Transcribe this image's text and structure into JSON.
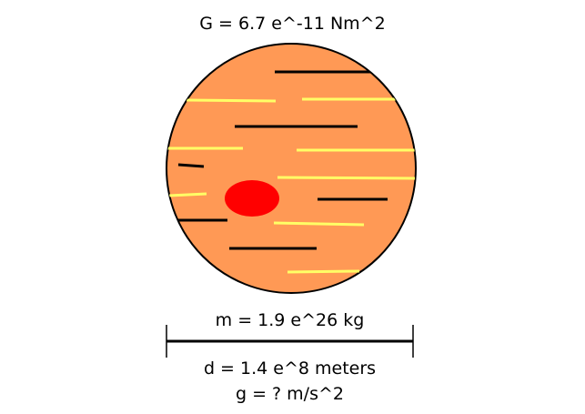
{
  "labels": {
    "gravitational_constant": "G = 6.7 e^-11 Nm^2",
    "mass": "m = 1.9 e^26 kg",
    "distance": "d = 1.4 e^8 meters",
    "gravity": "g = ? m/s^2"
  },
  "colors": {
    "planet_fill": "#FF9955",
    "planet_outline": "#000000",
    "dark_band": "#000000",
    "light_band": "#FFFF66",
    "great_spot": "#FF0000",
    "distance_bar": "#000000"
  }
}
